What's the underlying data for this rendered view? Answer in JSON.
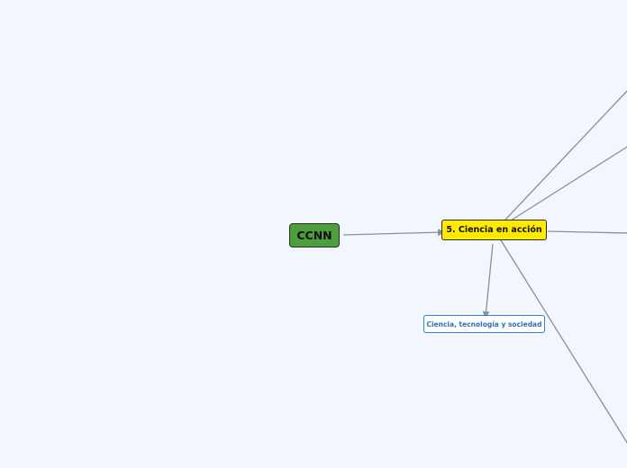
{
  "mindmap": {
    "background": "#f2f6fd",
    "connector_color": "#8a909c",
    "nodes": {
      "root": {
        "label": "CCNN",
        "fill": "#4e9e3e",
        "border": "#1f3a17"
      },
      "topic": {
        "label": "5. Ciencia en acción",
        "fill": "#ffea00",
        "border": "#2a2a2a"
      },
      "subtopic": {
        "label": "Ciencia, tecnología y sociedad",
        "fill": "#ffffff",
        "border": "#2f7fcf",
        "text_color": "#2f6fb8"
      }
    }
  }
}
